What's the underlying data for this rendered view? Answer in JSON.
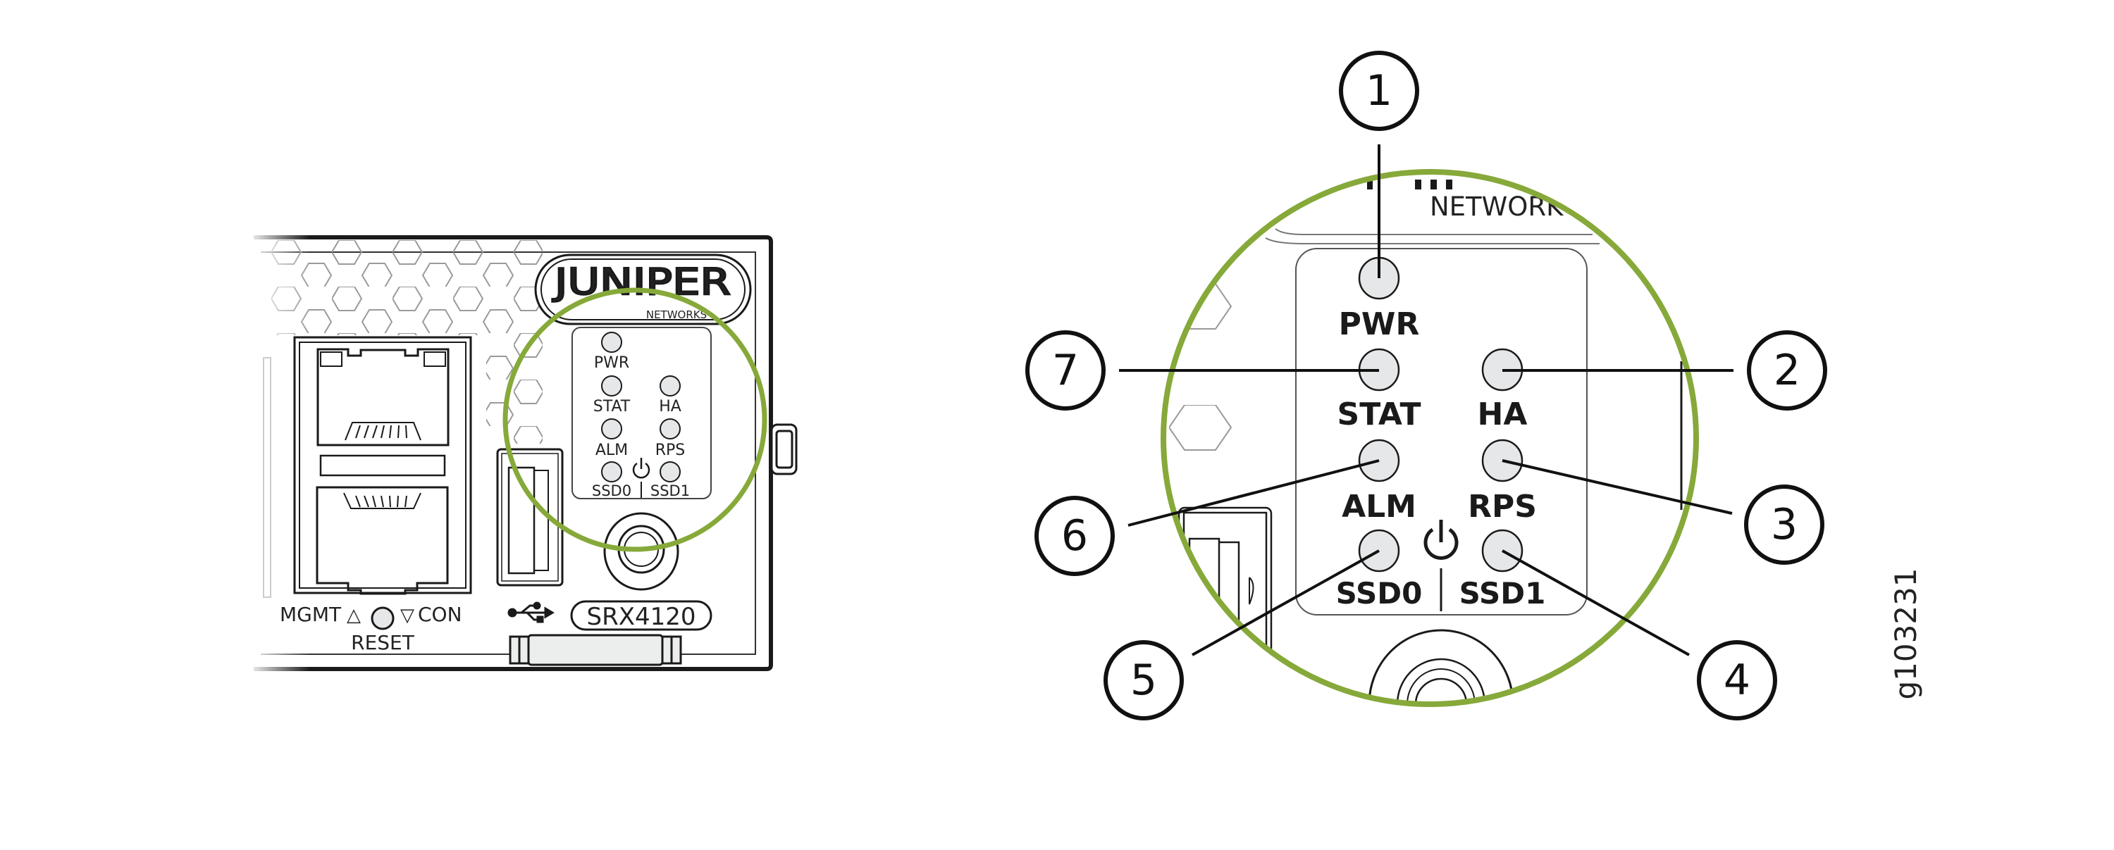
{
  "colors": {
    "highlight": "#86a93a",
    "led_fill": "#e6e7e8",
    "line": "#1a1a1a"
  },
  "device": {
    "logo_text": "JUNIPER",
    "logo_sub": "NETWORKS",
    "model": "SRX4120",
    "port_labels": {
      "mgmt": "MGMT",
      "con": "CON",
      "reset": "RESET",
      "mgmt_arrow": "△",
      "con_arrow": "▽"
    },
    "leds": [
      {
        "id": "pwr",
        "label": "PWR"
      },
      {
        "id": "stat",
        "label": "STAT"
      },
      {
        "id": "ha",
        "label": "HA"
      },
      {
        "id": "alm",
        "label": "ALM"
      },
      {
        "id": "rps",
        "label": "RPS"
      },
      {
        "id": "ssd0",
        "label": "SSD0"
      },
      {
        "id": "ssd1",
        "label": "SSD1"
      }
    ]
  },
  "detail": {
    "network_text": "NETWORK",
    "leds": [
      {
        "id": "pwr",
        "label": "PWR",
        "callout": "1"
      },
      {
        "id": "ha",
        "label": "HA",
        "callout": "2"
      },
      {
        "id": "rps",
        "label": "RPS",
        "callout": "3"
      },
      {
        "id": "ssd1",
        "label": "SSD1",
        "callout": "4"
      },
      {
        "id": "ssd0",
        "label": "SSD0",
        "callout": "5"
      },
      {
        "id": "alm",
        "label": "ALM",
        "callout": "6"
      },
      {
        "id": "stat",
        "label": "STAT",
        "callout": "7"
      }
    ]
  },
  "figure_id": "g103231"
}
